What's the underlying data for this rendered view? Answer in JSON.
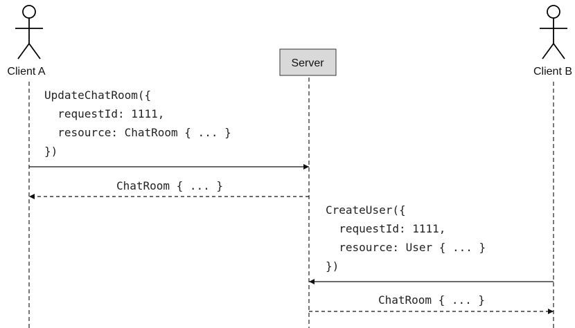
{
  "participants": {
    "client_a": "Client A",
    "server": "Server",
    "client_b": "Client B"
  },
  "messages": {
    "update_request": [
      "UpdateChatRoom({",
      "  requestId: 1111,",
      "  resource: ChatRoom { ... }",
      "})"
    ],
    "update_response": "ChatRoom { ... }",
    "create_request": [
      "CreateUser({",
      "  requestId: 1111,",
      "  resource: User { ... }",
      "})"
    ],
    "create_response": "ChatRoom { ... }"
  },
  "colors": {
    "server_box_fill": "#d9d9d9",
    "line": "#111111"
  }
}
